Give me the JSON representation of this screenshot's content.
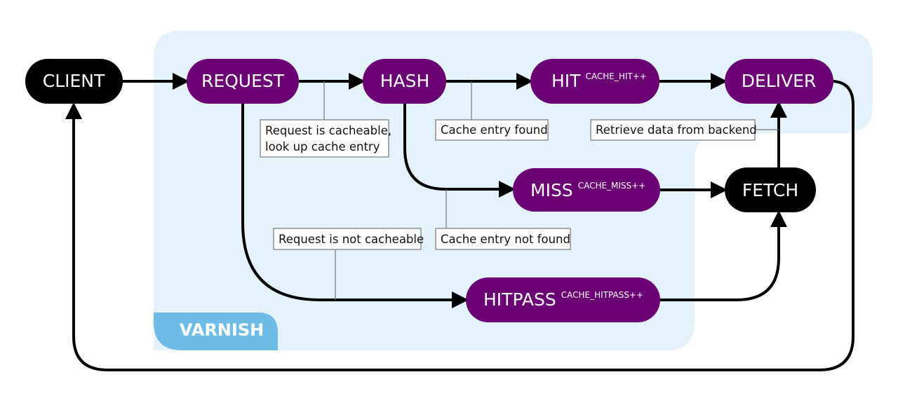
{
  "colors": {
    "region_fill": "#e4f3fb",
    "region_tab": "#6fbde6",
    "node_purple": "#6a0074",
    "node_black": "#000000",
    "arrow": "#000000",
    "leader": "#777777",
    "note_border": "#777777"
  },
  "region": {
    "label": "VARNISH"
  },
  "nodes": {
    "client": {
      "label": "CLIENT",
      "sup": ""
    },
    "request": {
      "label": "REQUEST",
      "sup": ""
    },
    "hash": {
      "label": "HASH",
      "sup": ""
    },
    "hit": {
      "label": "HIT",
      "sup": "CACHE_HIT++"
    },
    "deliver": {
      "label": "DELIVER",
      "sup": ""
    },
    "miss": {
      "label": "MISS",
      "sup": "CACHE_MISS++"
    },
    "fetch": {
      "label": "FETCH",
      "sup": ""
    },
    "hitpass": {
      "label": "HITPASS",
      "sup": "CACHE_HITPASS++"
    }
  },
  "notes": {
    "cacheable": {
      "line1": "Request is cacheable,",
      "line2": "look up cache entry"
    },
    "found": {
      "text": "Cache entry found"
    },
    "retrieve": {
      "text": "Retrieve data from backend"
    },
    "not_cacheable": {
      "text": "Request is not cacheable"
    },
    "not_found": {
      "text": "Cache entry not found"
    }
  }
}
